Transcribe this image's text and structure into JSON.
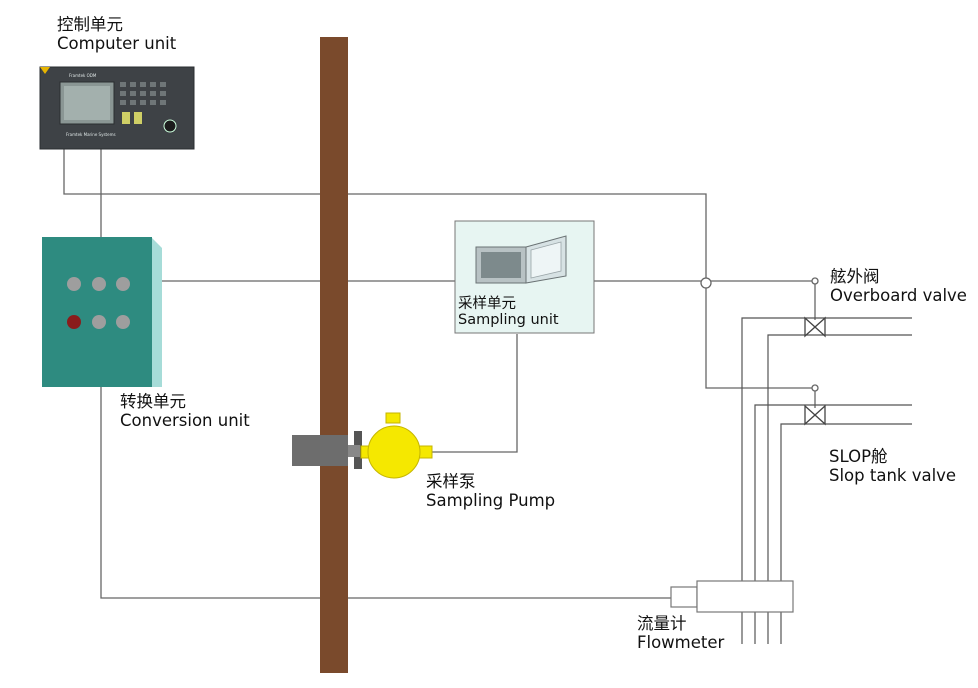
{
  "labels": {
    "computer_unit": {
      "cn": "控制单元",
      "en": "Computer unit"
    },
    "conversion_unit": {
      "cn": "转换单元",
      "en": "Conversion unit"
    },
    "sampling_unit": {
      "cn": "采样单元",
      "en": "Sampling unit"
    },
    "sampling_pump": {
      "cn": "采样泵",
      "en": "Sampling Pump"
    },
    "overboard_valve": {
      "cn": "舷外阀",
      "en": "Overboard valve"
    },
    "slop_tank_valve": {
      "cn": "SLOP舱",
      "en": "Slop tank valve"
    },
    "flowmeter": {
      "cn": "流量计",
      "en": "Flowmeter"
    }
  },
  "device_screen": {
    "title": "Framtek ODM",
    "footer": "Framtek Marine Systems"
  },
  "colors": {
    "bulkhead": "#7a4a2c",
    "conversion_box": "#2e8b80",
    "conversion_side": "#a6dcd8",
    "sampling_box_fill": "#e7f5f2",
    "pump": "#f5e800",
    "pipe": "#555555"
  }
}
